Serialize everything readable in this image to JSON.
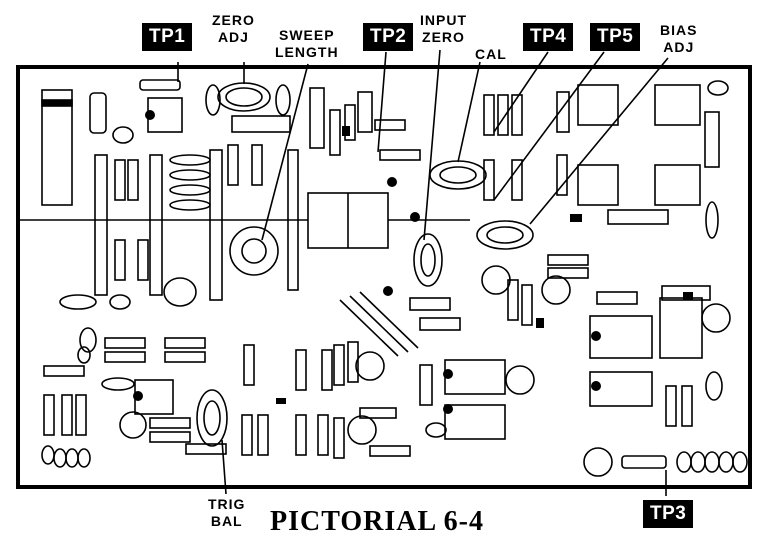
{
  "test_points": {
    "tp1": "TP1",
    "tp2": "TP2",
    "tp3": "TP3",
    "tp4": "TP4",
    "tp5": "TP5"
  },
  "labels": {
    "zero_adj_1": "ZERO",
    "zero_adj_2": "ADJ",
    "sweep_1": "SWEEP",
    "sweep_2": "LENGTH",
    "input_zero_1": "INPUT",
    "input_zero_2": "ZERO",
    "cal": "CAL",
    "bias_adj_1": "BIAS",
    "bias_adj_2": "ADJ",
    "trig_bal_1": "TRIG",
    "trig_bal_2": "BAL"
  },
  "caption": "PICTORIAL 6-4"
}
